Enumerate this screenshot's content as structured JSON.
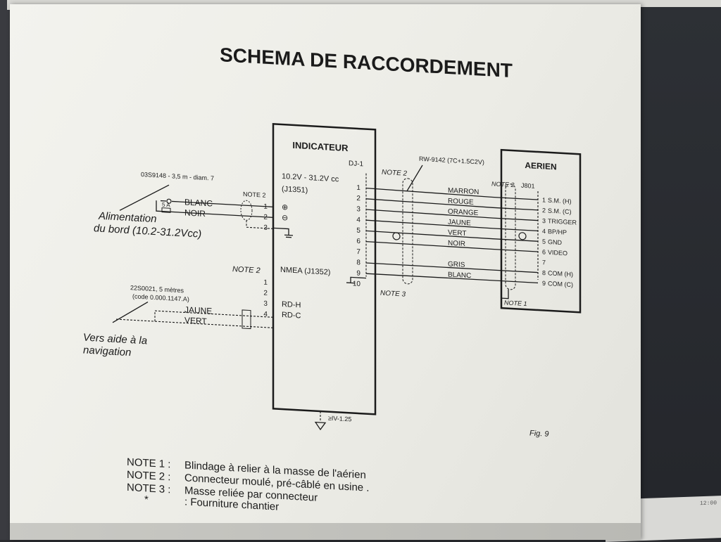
{
  "title": "SCHEMA DE RACCORDEMENT",
  "indicator": {
    "heading": "INDICATEUR",
    "connector_label": "DJ-1",
    "power_spec": "10.2V - 31.2V cc",
    "power_connector": "(J1351)",
    "nmea_label": "NMEA (J1352)",
    "pins_power": [
      "1",
      "2",
      "3"
    ],
    "power_symbols": [
      "⊕",
      "⊖"
    ],
    "pins_nmea": [
      "1",
      "2",
      "3",
      "4"
    ],
    "nmea_signals": [
      "RD-H",
      "RD-C"
    ],
    "ground_label": "≥IV-1.25"
  },
  "power_supply": {
    "cable_spec": "03S9148 - 3,5 m - diam. 7",
    "note": "NOTE 2",
    "wires": [
      "BLANC",
      "NOIR"
    ],
    "fuse": "5 A",
    "label_line1": "Alimentation",
    "label_line2": "du bord (10.2-31.2Vcc)"
  },
  "navigation": {
    "note": "NOTE 2",
    "cable_spec": "22S0021, 5 mètres",
    "cable_code": "(code 0.000.1147.A)",
    "wires": [
      "JAUNE",
      "VERT"
    ],
    "label_line1": "Vers aide à la",
    "label_line2": "navigation"
  },
  "cable": {
    "spec": "RW-9142 (7C+1.5C2V)",
    "note_left": "NOTE 2",
    "note_bottom": "NOTE 3",
    "dj1_pins": [
      "1",
      "2",
      "3",
      "4",
      "5",
      "6",
      "7",
      "8",
      "9",
      "10"
    ],
    "wire_colors": [
      "MARRON",
      "ROUGE",
      "ORANGE",
      "JAUNE",
      "VERT",
      "NOIR",
      "",
      "GRIS",
      "BLANC"
    ]
  },
  "aerial": {
    "heading": "AERIEN",
    "note": "NOTE 2",
    "connector_label": "J801",
    "pins": [
      "1",
      "2",
      "3",
      "4",
      "5",
      "6",
      "7",
      "8",
      "9"
    ],
    "signals": [
      "S.M. (H)",
      "S.M. (C)",
      "TRIGGER",
      "BP/HP",
      "GND",
      "VIDEO",
      "",
      "COM (H)",
      "COM (C)"
    ],
    "note_ground": "NOTE 1"
  },
  "figure_label": "Fig. 9",
  "notes": [
    {
      "id": "NOTE 1 :",
      "text": "Blindage à relier à la masse de l'aérien"
    },
    {
      "id": "NOTE 2 :",
      "text": "Connecteur moulé, pré-câblé en usine ."
    },
    {
      "id": "NOTE 3 :",
      "text": "Masse reliée par connecteur"
    },
    {
      "id": "*",
      "text": ": Fourniture chantier"
    }
  ],
  "taskbar": {
    "clock": "12:00"
  }
}
